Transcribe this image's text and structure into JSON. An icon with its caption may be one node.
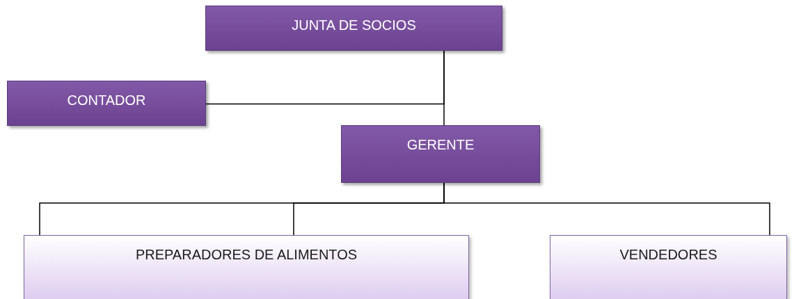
{
  "diagram": {
    "nodes": [
      {
        "text": [
          "JUNTA  DE SOCIOS"
        ]
      },
      {
        "text": [
          "CONTADOR"
        ]
      },
      {
        "text": [
          "GERENTE"
        ]
      },
      {
        "text": [
          "PREPARADORES  DE ALIMENTOS"
        ]
      },
      {
        "text": [
          "VENDEDORES"
        ]
      }
    ],
    "edges": [
      {
        "from": 0,
        "to": 2,
        "arrow": "none"
      },
      {
        "from": 0,
        "to": 1,
        "arrow": "none"
      },
      {
        "from": 2,
        "to": 3,
        "arrow": "none"
      },
      {
        "from": 2,
        "to": 3,
        "arrow": "none"
      },
      {
        "from": 2,
        "to": 4,
        "arrow": "none"
      }
    ]
  }
}
